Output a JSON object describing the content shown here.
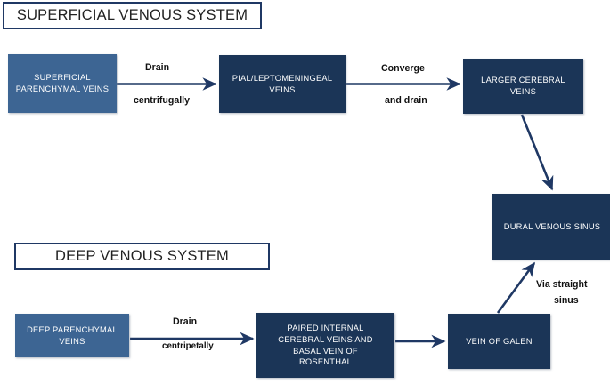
{
  "diagram": {
    "title_superficial": "SUPERFICIAL VENOUS SYSTEM",
    "title_deep": "DEEP VENOUS SYSTEM",
    "colors": {
      "light_blue": "#3d6593",
      "dark_navy": "#1b3557",
      "border_navy": "#1f3864",
      "background": "#ffffff",
      "arrow": "#1f3864"
    },
    "nodes": {
      "superficial_parenchymal": {
        "line1": "SUPERFICIAL",
        "line2": "PARENCHYMAL VEINS"
      },
      "pial_leptomeningeal": {
        "line1": "PIAL/LEPTOMENINGEAL",
        "line2": "VEINS"
      },
      "larger_cerebral": {
        "line1": "LARGER CEREBRAL",
        "line2": "VEINS"
      },
      "dural_venous_sinus": {
        "line1": "DURAL VENOUS SINUS"
      },
      "deep_parenchymal": {
        "line1": "DEEP PARENCHYMAL",
        "line2": "VEINS"
      },
      "paired_internal": {
        "line1": "PAIRED  INTERNAL",
        "line2": "CEREBRAL VEINS AND",
        "line3": "BASAL VEIN OF",
        "line4": "ROSENTHAL"
      },
      "vein_of_galen": {
        "line1": "VEIN OF GALEN"
      }
    },
    "edge_labels": {
      "drain_centrifugally_top": "Drain",
      "drain_centrifugally_bottom": "centrifugally",
      "converge_top": "Converge",
      "converge_bottom": "and drain",
      "drain_centripetally_top": "Drain",
      "drain_centripetally_bottom": "centripetally",
      "via_straight_top": "Via straight",
      "via_straight_bottom": "sinus"
    }
  }
}
